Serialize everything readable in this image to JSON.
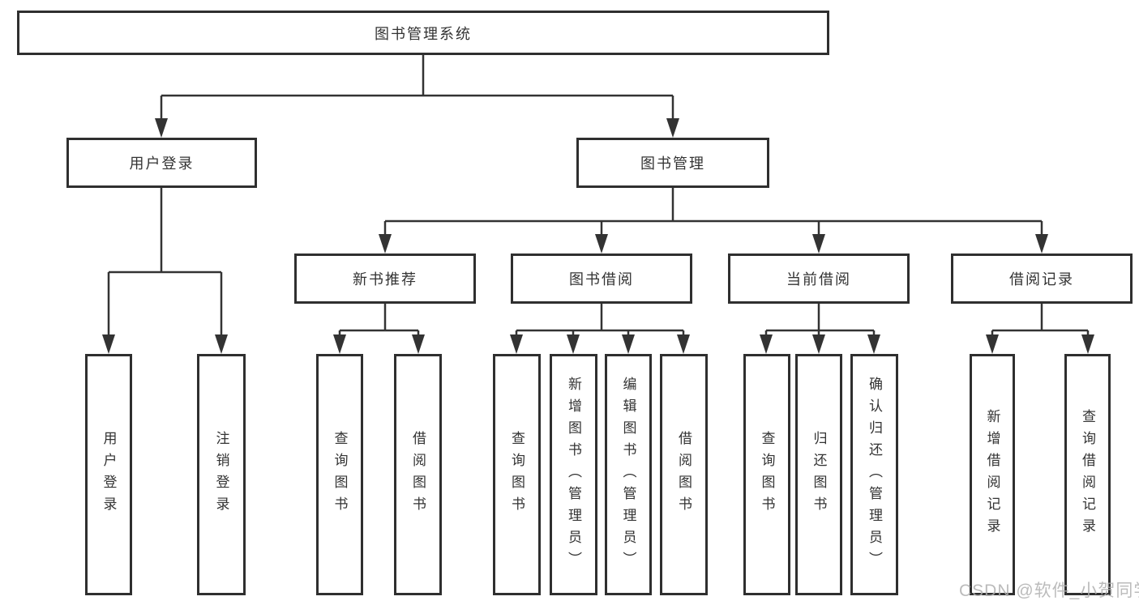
{
  "diagram": {
    "nodes": {
      "root": "图书管理系统",
      "user_login": "用户登录",
      "book_mgmt": "图书管理",
      "new_book_rec": "新书推荐",
      "book_borrow": "图书借阅",
      "current_borrow": "当前借阅",
      "borrow_records": "借阅记录",
      "leaf_user_login": "用户登录",
      "leaf_logout": "注销登录",
      "leaf_query_book_a": "查询图书",
      "leaf_borrow_book_a": "借阅图书",
      "leaf_query_book_b": "查询图书",
      "leaf_add_book_admin": "新增图书（管理员）",
      "leaf_edit_book_admin": "编辑图书（管理员）",
      "leaf_borrow_book_b": "借阅图书",
      "leaf_query_book_c": "查询图书",
      "leaf_return_book": "归还图书",
      "leaf_confirm_return_admin": "确认归还（管理员）",
      "leaf_add_borrow_record": "新增借阅记录",
      "leaf_query_borrow_record": "查询借阅记录"
    },
    "colors": {
      "line": "#333333",
      "box_border": "#2f2f2f",
      "background": "#ffffff",
      "text": "#333333",
      "watermark": "#b0b0b0"
    }
  },
  "watermark": {
    "text": "CSDN @软件_小贺同学"
  }
}
